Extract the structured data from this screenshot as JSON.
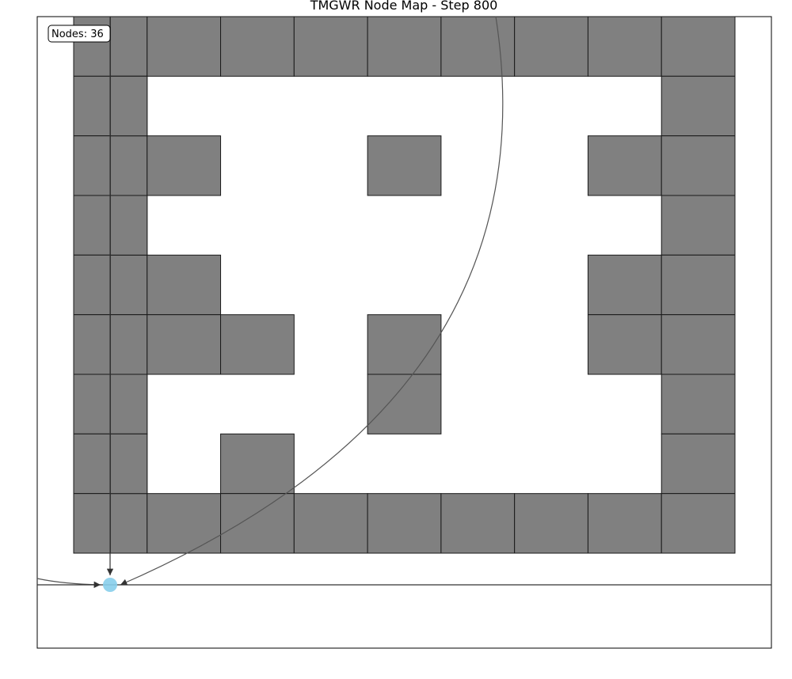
{
  "title": "TMGWR Node Map - Step 800",
  "node_count_label": "Nodes: 36",
  "colors": {
    "wall_fill": "#808080",
    "wall_stroke": "#1a1a1a",
    "node_fill": "#87ceeb",
    "edge_stroke": "#555555",
    "background": "#ffffff"
  },
  "chart_data": {
    "type": "node_map",
    "grid": {
      "columns": 9,
      "rows": 9
    },
    "wall_cells": [
      [
        0,
        0
      ],
      [
        1,
        0
      ],
      [
        2,
        0
      ],
      [
        3,
        0
      ],
      [
        4,
        0
      ],
      [
        5,
        0
      ],
      [
        6,
        0
      ],
      [
        7,
        0
      ],
      [
        8,
        0
      ],
      [
        0,
        1
      ],
      [
        8,
        1
      ],
      [
        0,
        2
      ],
      [
        1,
        2
      ],
      [
        4,
        2
      ],
      [
        7,
        2
      ],
      [
        8,
        2
      ],
      [
        0,
        3
      ],
      [
        8,
        3
      ],
      [
        0,
        4
      ],
      [
        1,
        4
      ],
      [
        7,
        4
      ],
      [
        8,
        4
      ],
      [
        0,
        5
      ],
      [
        1,
        5
      ],
      [
        2,
        5
      ],
      [
        4,
        5
      ],
      [
        7,
        5
      ],
      [
        8,
        5
      ],
      [
        0,
        6
      ],
      [
        4,
        6
      ],
      [
        8,
        6
      ],
      [
        0,
        7
      ],
      [
        2,
        7
      ],
      [
        8,
        7
      ],
      [
        0,
        8
      ],
      [
        1,
        8
      ],
      [
        2,
        8
      ],
      [
        3,
        8
      ],
      [
        4,
        8
      ],
      [
        5,
        8
      ],
      [
        6,
        8
      ],
      [
        7,
        8
      ],
      [
        8,
        8
      ]
    ],
    "extra_left_strip": true,
    "visible_node": {
      "col": -0.5,
      "row": 9.5
    }
  }
}
